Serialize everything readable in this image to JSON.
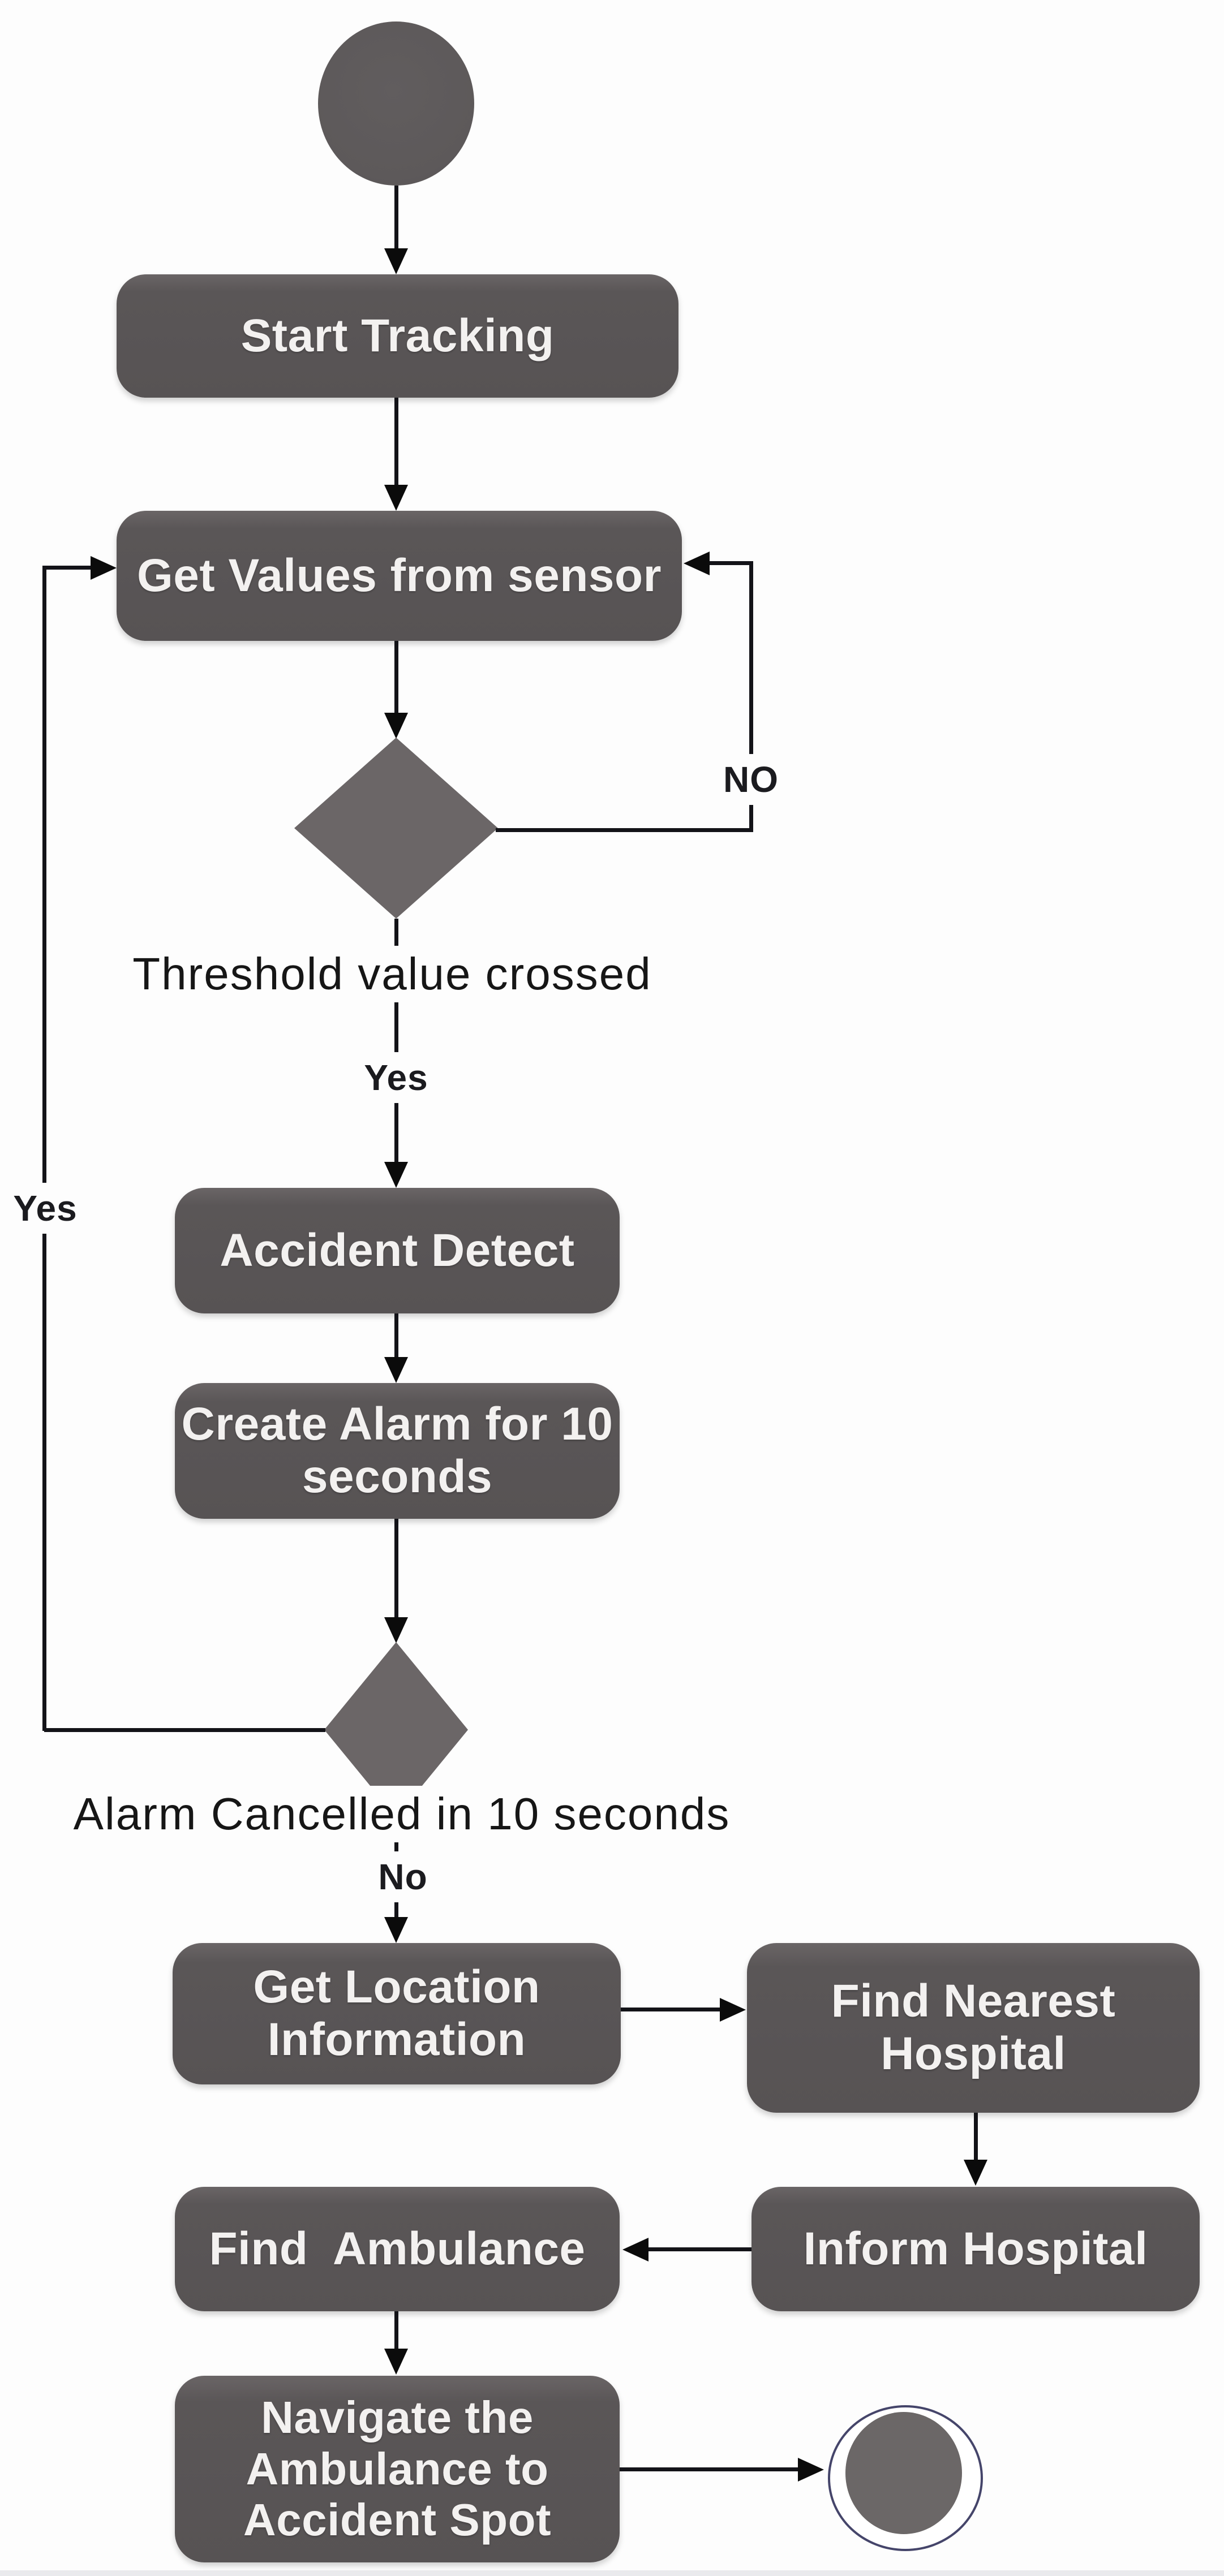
{
  "diagram": {
    "title": "Accident detection and ambulance navigation flowchart",
    "background_color": "#fdfdfd",
    "node_fill_color": "#5a5657",
    "node_text_color": "#f3f1f0",
    "diamond_fill_color": "#6b6667",
    "line_color": "#131318",
    "end_ring_color": "#45456a"
  },
  "nodes": {
    "start_tracking": "Start Tracking",
    "get_values": "Get Values from sensor",
    "accident_detect": "Accident Detect",
    "create_alarm": "Create Alarm for 10\nseconds",
    "get_location": "Get Location\nInformation",
    "find_nearest": "Find Nearest\nHospital",
    "inform_hospital": "Inform Hospital",
    "find_ambulance": "Find  Ambulance",
    "navigate": "Navigate the\nAmbulance to\nAccident Spot"
  },
  "labels": {
    "threshold_annotation": "Threshold value crossed",
    "alarm_annotation": "Alarm Cancelled in 10 seconds",
    "yes_down": "Yes",
    "no_right": "NO",
    "yes_left": "Yes",
    "no_down": "No"
  }
}
